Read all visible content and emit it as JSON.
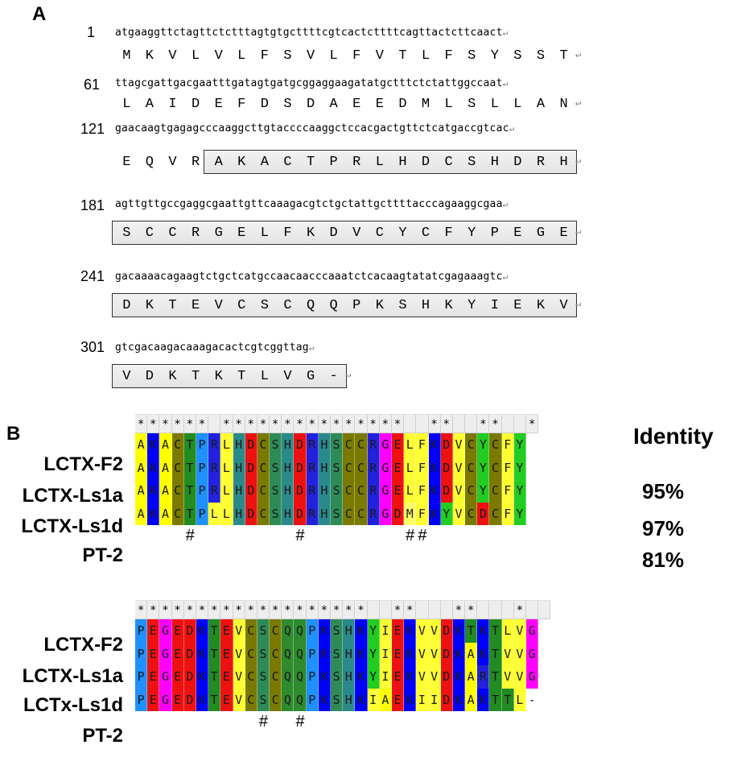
{
  "panelA": {
    "label": "A",
    "blocks": [
      {
        "num": "1",
        "nt": "atgaaggttctagttctctttagtgtgcttttcgtcactcttttcagttactcttcaact",
        "aa": [
          "M",
          "K",
          "V",
          "L",
          "V",
          "L",
          "F",
          "S",
          "V",
          "L",
          "F",
          "V",
          "T",
          "L",
          "F",
          "S",
          "Y",
          "S",
          "S",
          "T"
        ],
        "boxed": false
      },
      {
        "num": "61",
        "nt": "ttagcgattgacgaatttgatagtgatgcggaggaagatatgctttctctattggccaat",
        "aa": [
          "L",
          "A",
          "I",
          "D",
          "E",
          "F",
          "D",
          "S",
          "D",
          "A",
          "E",
          "E",
          "D",
          "M",
          "L",
          "S",
          "L",
          "L",
          "A",
          "N"
        ],
        "boxed": false
      },
      {
        "num": "121",
        "nt": "gaacaagtgagagcccaaggcttgtaccccaaggctccacgactgttctcatgaccgtcac",
        "aa": [
          "E",
          "Q",
          "V",
          "R",
          "A",
          "K",
          "A",
          "C",
          "T",
          "P",
          "R",
          "L",
          "H",
          "D",
          "C",
          "S",
          "H",
          "D",
          "R",
          "H"
        ],
        "boxed": "partial"
      },
      {
        "num": "181",
        "nt": "agttgttgccgaggcgaattgttcaaagacgtctgctattgcttttacccagaaggcgaa",
        "aa": [
          "S",
          "C",
          "C",
          "R",
          "G",
          "E",
          "L",
          "F",
          "K",
          "D",
          "V",
          "C",
          "Y",
          "C",
          "F",
          "Y",
          "P",
          "E",
          "G",
          "E"
        ],
        "boxed": true
      },
      {
        "num": "241",
        "nt": "gacaaaacagaagtctgctcatgccaacaacccaaatctcacaagtatatcgagaaagtc",
        "aa": [
          "D",
          "K",
          "T",
          "E",
          "V",
          "C",
          "S",
          "C",
          "Q",
          "Q",
          "P",
          "K",
          "S",
          "H",
          "K",
          "Y",
          "I",
          "E",
          "K",
          "V"
        ],
        "boxed": true
      },
      {
        "num": "301",
        "nt": "gtcgacaagacaaagacactcgtcggttag",
        "aa": [
          "V",
          "D",
          "K",
          "T",
          "K",
          "T",
          "L",
          "V",
          "G",
          "-"
        ],
        "boxed": true
      }
    ],
    "return_glyph": "↵"
  },
  "panelB": {
    "label": "B",
    "identity_title": "Identity",
    "block1": {
      "stars": "****** ***************  **  **  ***",
      "rows": [
        {
          "name": "LCTX-F2",
          "seq": "AKACTPRLHDCSHDRHSCCRGELFKDVCYCFY",
          "identity": ""
        },
        {
          "name": "LCTX-Ls1a",
          "seq": "AKACTPRLHDCSHDRHSCCRGELFKDVCYCFY",
          "identity": "95%"
        },
        {
          "name": "LCTX-Ls1d",
          "seq": "AKACTPRLHDCSHDRHSCCRGELFKDVCYCFY",
          "identity": "97%"
        },
        {
          "name": "PT-2",
          "seq": "AKACTPLLHDCSHDRHSCCRGDMFKYVCDCFY",
          "identity": "81%"
        }
      ],
      "hashes": "    #        #        ##           #  #"
    },
    "block2": {
      "stars": "*******************  **   **   *   ",
      "rows": [
        {
          "name": "LCTX-F2",
          "seq": "PEGEDKTEVCSCQQPKSHKYIEKVVDKTKTLVG"
        },
        {
          "name": "LCTX-Ls1a",
          "seq": "PEGEDKTEVCSCQQPKSHKYIEKVVDKAKTVVG"
        },
        {
          "name": "LCTx-Ls1d",
          "seq": "PEGEDKTEVCSCQQPKSHKYIEKVVDKARTVVG"
        },
        {
          "name": "PT-2",
          "seq": "PEGEDKTEVCSCQQPKSHKIAEKIIDKAKTTL-"
        }
      ],
      "hashes": "          #  #"
    },
    "colors": {
      "A": "#ffff00",
      "K": "#0000ff",
      "C": "#7a7a00",
      "T": "#228b22",
      "P": "#1e90ff",
      "R": "#2222dd",
      "L": "#ffff33",
      "H": "#2a8a8a",
      "D": "#ee1111",
      "S": "#2e8b57",
      "G": "#ff00ff",
      "E": "#ee1111",
      "F": "#ffff33",
      "V": "#ffff33",
      "Y": "#22cc22",
      "M": "#ffff66",
      "Q": "#2e8b2e",
      "I": "#ffff33",
      "-": "#ffffff"
    }
  }
}
